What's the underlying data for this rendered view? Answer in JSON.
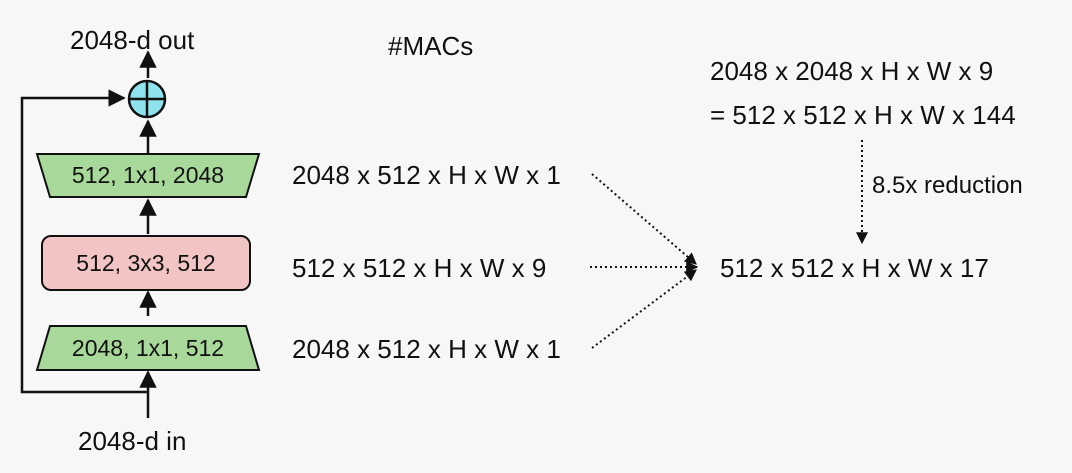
{
  "block": {
    "output_label": "2048-d out",
    "input_label": "2048-d in",
    "layers": [
      {
        "label": "512, 1x1, 2048",
        "shape": "trapezoid-narrow-bottom",
        "color": "#a8d89a"
      },
      {
        "label": "512, 3x3, 512",
        "shape": "rounded-rect",
        "color": "#f2c4c4"
      },
      {
        "label": "2048, 1x1, 512",
        "shape": "trapezoid-narrow-top",
        "color": "#a8d89a"
      }
    ],
    "add_node_color": "#8fe3ee",
    "add_node_symbol": "plus-circle-icon"
  },
  "macs": {
    "heading": "#MACs",
    "rows": [
      "2048 x 512 x H x W x 1",
      "512 x 512 x H x W x 9",
      "2048 x 512 x H x W x 1"
    ]
  },
  "comparison": {
    "line1": "2048 x 2048 x H x W x 9",
    "line2": "= 512 x 512 x H x W x 144",
    "reduction": "8.5x reduction",
    "result": "512 x 512 x H x W x 17"
  }
}
